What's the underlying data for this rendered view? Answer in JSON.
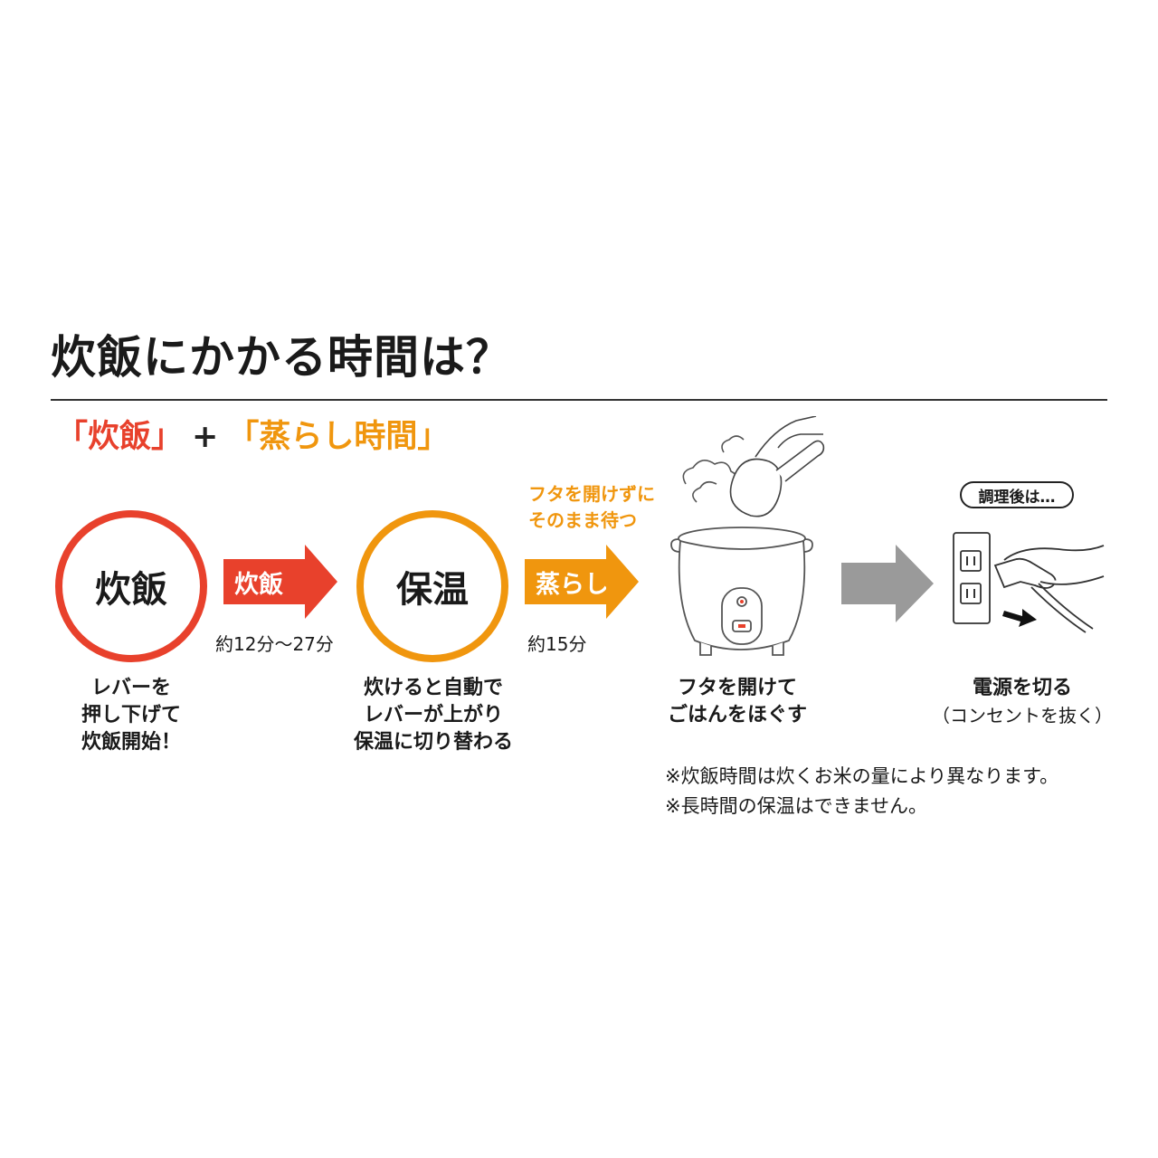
{
  "title": "炊飯にかかる時間は？",
  "subtitle": {
    "part1": "「炊飯」",
    "plus": "+",
    "part2": "「蒸らし時間」"
  },
  "steps": {
    "cook": {
      "circle_label": "炊飯",
      "caption": [
        "レバーを",
        "押し下げて",
        "炊飯開始！"
      ]
    },
    "warm": {
      "circle_label": "保温",
      "caption": [
        "炊けると自動で",
        "レバーが上がり",
        "保温に切り替わる"
      ]
    },
    "open": {
      "caption": [
        "フタを開けて",
        "ごはんをほぐす"
      ]
    },
    "power": {
      "badge": "調理後は…",
      "caption": [
        "電源を切る",
        "（コンセントを抜く）"
      ]
    }
  },
  "arrows": {
    "cook": {
      "label": "炊飯",
      "time": "約12分〜27分",
      "color": "#e8412c"
    },
    "steam": {
      "label": "蒸らし",
      "time": "約15分",
      "note": [
        "フタを開けずに",
        "そのまま待つ"
      ],
      "color": "#f0960e"
    },
    "next": {
      "color": "#9a9a9a"
    }
  },
  "footnotes": [
    "※炊飯時間は炊くお米の量により異なります。",
    "※長時間の保温はできません。"
  ],
  "colors": {
    "red": "#e8412c",
    "orange": "#f0960e",
    "gray": "#9a9a9a"
  },
  "icons": [
    "rice-cooker-icon",
    "steam-icon",
    "rice-paddle-hand-icon",
    "wall-outlet-icon",
    "plug-hand-icon",
    "pull-arrow-icon"
  ]
}
